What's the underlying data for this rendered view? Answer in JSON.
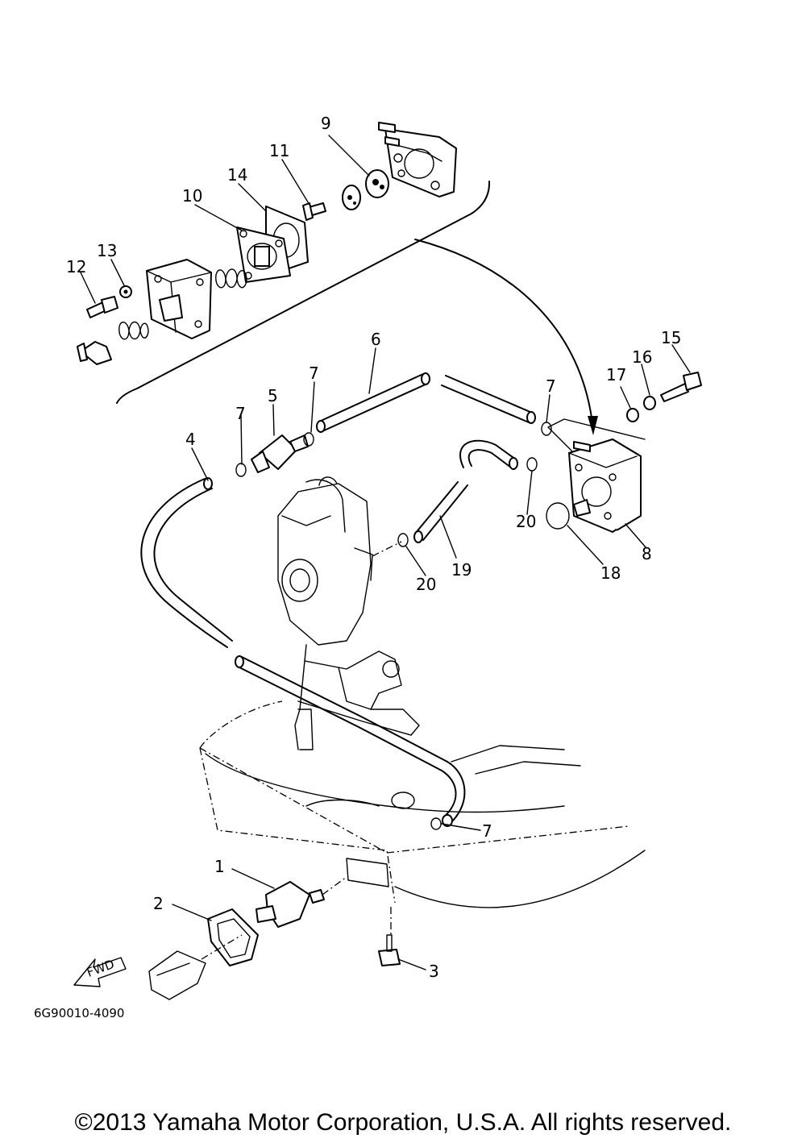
{
  "callouts": [
    "1",
    "2",
    "3",
    "4",
    "5",
    "6",
    "7",
    "8",
    "9",
    "10",
    "11",
    "12",
    "13",
    "14",
    "15",
    "16",
    "17",
    "18",
    "19",
    "20"
  ],
  "diagram_code": "6G90010-4090",
  "fwd_label": "FWD",
  "copyright": "©2013 Yamaha Motor Corporation, U.S.A. All rights reserved."
}
